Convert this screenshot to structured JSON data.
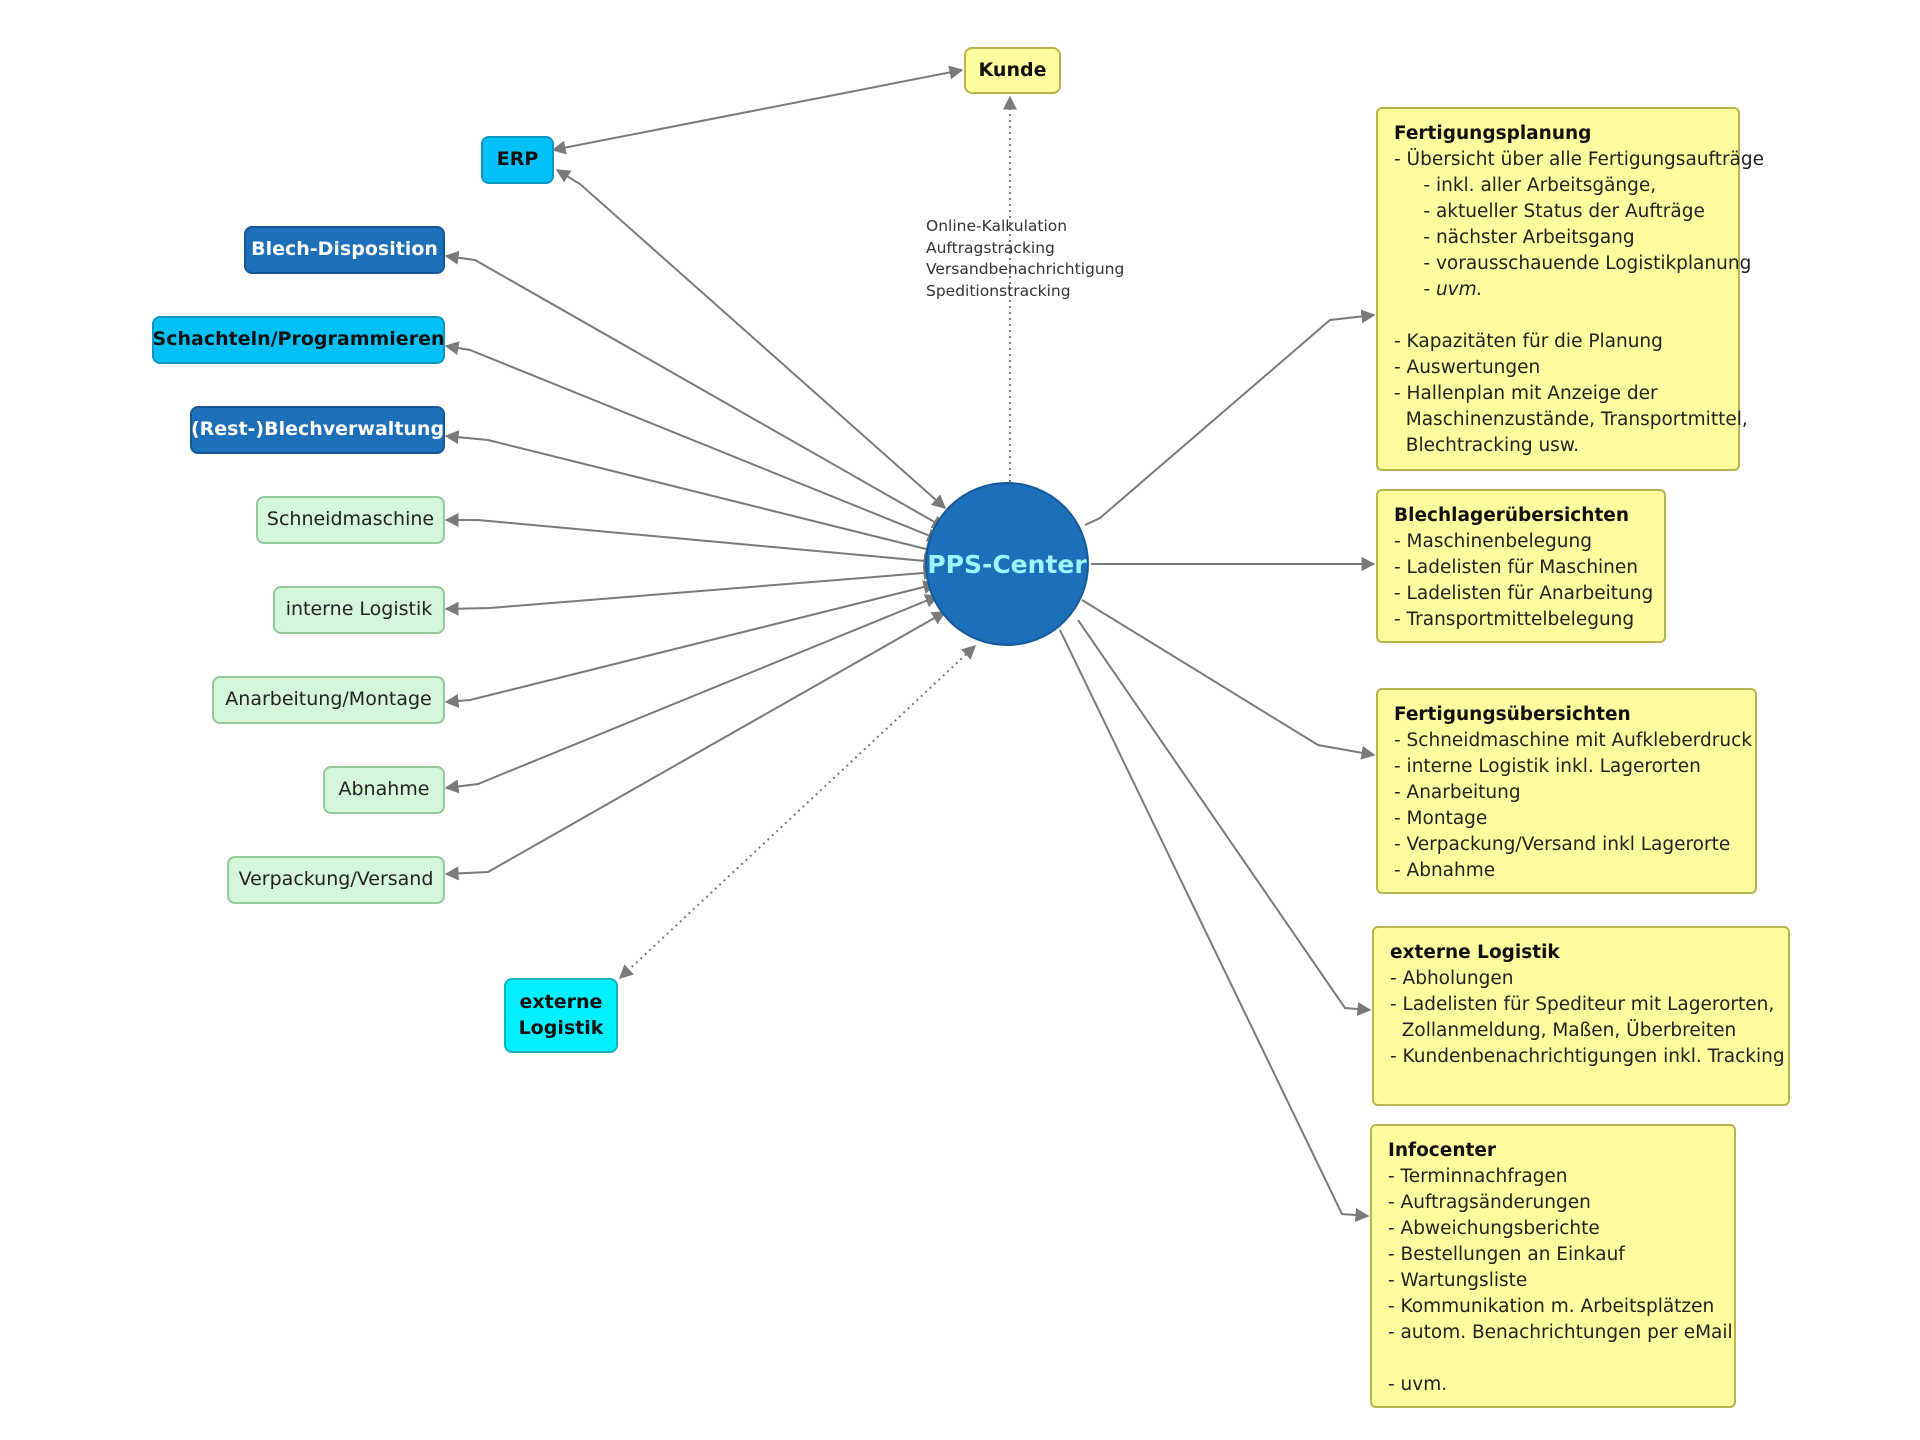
{
  "center": {
    "label": "PPS-Center"
  },
  "kunde": {
    "label": "Kunde",
    "note_lines": [
      "Online-Kalkulation",
      "Auftragstracking",
      "Versandbenachrichtigung",
      "Speditionstracking"
    ]
  },
  "left_nodes": {
    "erp": "ERP",
    "blech_disposition": "Blech-Disposition",
    "schachteln": "Schachteln/Programmieren",
    "restblech": "(Rest-)Blechverwaltung",
    "schneidmaschine": "Schneidmaschine",
    "interne_logistik": "interne Logistik",
    "anarbeitung": "Anarbeitung/Montage",
    "abnahme": "Abnahme",
    "verpackung": "Verpackung/Versand",
    "externe_logistik": "externe\nLogistik"
  },
  "right_boxes": [
    {
      "title": "Fertigungsplanung",
      "lines": [
        {
          "t": "- Übersicht über alle Fertigungsaufträge"
        },
        {
          "t": "     - inkl. aller Arbeitsgänge,"
        },
        {
          "t": "     - aktueller Status der Aufträge"
        },
        {
          "t": "     - nächster Arbeitsgang"
        },
        {
          "t": "     - vorausschauende Logistikplanung"
        },
        {
          "t": "     - uvm.",
          "em": true
        },
        {
          "t": ""
        },
        {
          "t": "- Kapazitäten für die Planung"
        },
        {
          "t": "- Auswertungen"
        },
        {
          "t": "- Hallenplan mit Anzeige der"
        },
        {
          "t": "  Maschinenzustände, Transportmittel,"
        },
        {
          "t": "  Blechtracking usw."
        }
      ]
    },
    {
      "title": "Blechlagerübersichten",
      "lines": [
        {
          "t": "- Maschinenbelegung"
        },
        {
          "t": "- Ladelisten für Maschinen"
        },
        {
          "t": "- Ladelisten für Anarbeitung"
        },
        {
          "t": "- Transportmittelbelegung"
        }
      ]
    },
    {
      "title": "Fertigungsübersichten",
      "lines": [
        {
          "t": "- Schneidmaschine mit Aufkleberdruck"
        },
        {
          "t": "- interne Logistik inkl. Lagerorten"
        },
        {
          "t": "- Anarbeitung"
        },
        {
          "t": "- Montage"
        },
        {
          "t": "- Verpackung/Versand inkl Lagerorte"
        },
        {
          "t": "- Abnahme"
        }
      ]
    },
    {
      "title": "externe Logistik",
      "lines": [
        {
          "t": "- Abholungen"
        },
        {
          "t": "- Ladelisten für Spediteur mit Lagerorten,"
        },
        {
          "t": "  Zollanmeldung, Maßen, Überbreiten"
        },
        {
          "t": "- Kundenbenachrichtigungen inkl. Tracking"
        }
      ]
    },
    {
      "title": "Infocenter",
      "lines": [
        {
          "t": "- Terminnachfragen"
        },
        {
          "t": "- Auftragsänderungen"
        },
        {
          "t": "- Abweichungsberichte"
        },
        {
          "t": "- Bestellungen an Einkauf"
        },
        {
          "t": "- Wartungsliste"
        },
        {
          "t": "- Kommunikation m. Arbeitsplätzen"
        },
        {
          "t": "- autom. Benachrichtungen per eMail"
        },
        {
          "t": ""
        },
        {
          "t": "- uvm."
        }
      ]
    }
  ],
  "colors": {
    "center_fill": "#1c6fb8",
    "center_text": "#9ff2ff",
    "dark_blue": "#1c6fb8",
    "light_blue": "#00c0f5",
    "cyan": "#00f0ff",
    "green": "#d3f7d8",
    "yellow": "#fdfc9e",
    "connector": "#7a7a7a"
  }
}
